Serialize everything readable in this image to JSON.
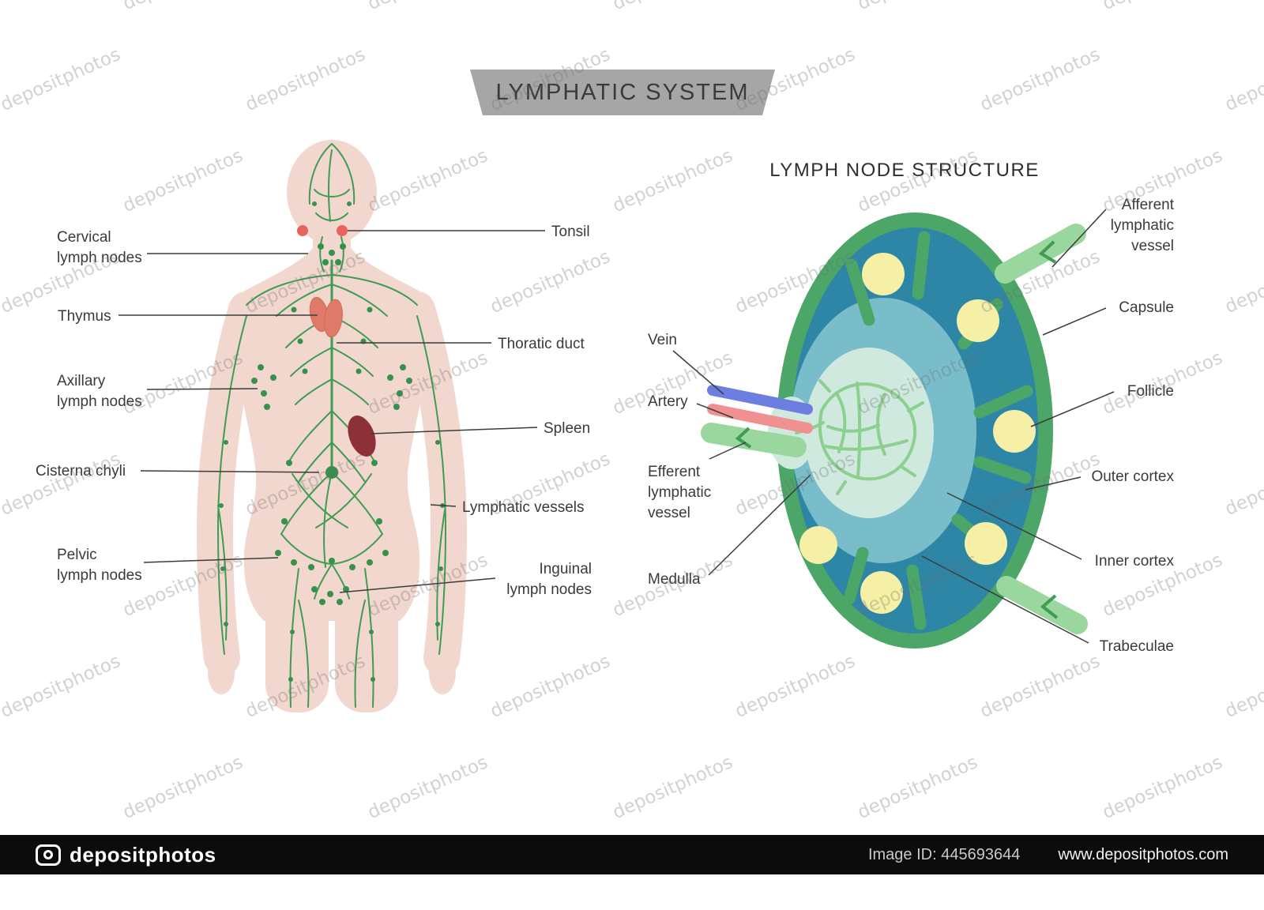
{
  "title": "LYMPHATIC SYSTEM",
  "watermark": {
    "text": "depositphotos"
  },
  "body_diagram": {
    "labels_left": [
      {
        "text": "Cervical\nlymph nodes"
      },
      {
        "text": "Thymus"
      },
      {
        "text": "Axillary\nlymph nodes"
      },
      {
        "text": "Cisterna chyli"
      },
      {
        "text": "Pelvic\nlymph nodes"
      }
    ],
    "labels_right": [
      {
        "text": "Tonsil"
      },
      {
        "text": "Thoratic duct"
      },
      {
        "text": "Spleen"
      },
      {
        "text": "Lymphatic vessels"
      },
      {
        "text": "Inguinal\nlymph nodes"
      }
    ]
  },
  "node_diagram": {
    "heading": "LYMPH NODE STRUCTURE",
    "labels_left": [
      {
        "text": "Vein"
      },
      {
        "text": "Artery"
      },
      {
        "text": "Efferent\nlymphatic\nvessel"
      },
      {
        "text": "Medulla"
      }
    ],
    "labels_right": [
      {
        "text": "Afferent\nlymphatic\nvessel"
      },
      {
        "text": "Capsule"
      },
      {
        "text": "Follicle"
      },
      {
        "text": "Outer cortex"
      },
      {
        "text": "Inner cortex"
      },
      {
        "text": "Trabeculae"
      }
    ]
  },
  "colors": {
    "body_skin": "#f2d7ce",
    "lymph_green": "#3f9c53",
    "node_capsule": "#4ca668",
    "node_cortex_blue": "#2e86a6",
    "node_inner_blue": "#79bdca",
    "node_medulla": "#cfe9df",
    "follicle_yellow": "#f5f0a5",
    "artery_red": "#f19090",
    "vein_blue": "#6c7ee0",
    "vessel_green": "#9ad79f",
    "spleen_red": "#8e3038",
    "thymus_pink": "#e07a68",
    "tonsil_red": "#e8635c"
  },
  "footer": {
    "logo_text": "depositphotos",
    "image_id": "Image ID: 445693644",
    "website": "www.depositphotos.com"
  }
}
